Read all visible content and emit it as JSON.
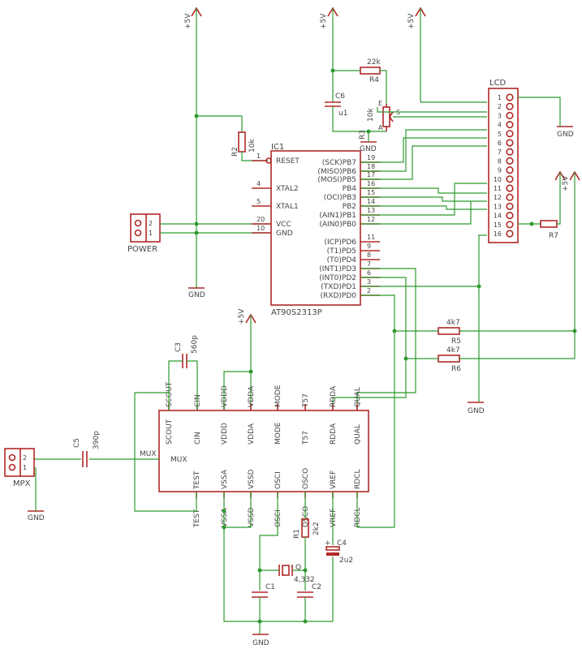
{
  "ic1": {
    "name": "IC1",
    "value": "AT90S2313P",
    "pins_left": [
      {
        "num": "1",
        "label": "RESET"
      },
      {
        "num": "4",
        "label": "XTAL2"
      },
      {
        "num": "5",
        "label": "XTAL1"
      },
      {
        "num": "20",
        "label": "VCC"
      },
      {
        "num": "10",
        "label": "GND"
      }
    ],
    "pins_right": [
      {
        "num": "19",
        "label": "(SCK)PB7"
      },
      {
        "num": "18",
        "label": "(MISO)PB6"
      },
      {
        "num": "17",
        "label": "(MOSI)PB5"
      },
      {
        "num": "16",
        "label": "PB4"
      },
      {
        "num": "15",
        "label": "(OCI)PB3"
      },
      {
        "num": "14",
        "label": "PB2"
      },
      {
        "num": "13",
        "label": "(AIN1)PB1"
      },
      {
        "num": "12",
        "label": "(AIN0)PB0"
      },
      {
        "num": "11",
        "label": "(ICP)PD6"
      },
      {
        "num": "9",
        "label": "(T1)PD5"
      },
      {
        "num": "8",
        "label": "(T0)PD4"
      },
      {
        "num": "7",
        "label": "(INT1)PD3"
      },
      {
        "num": "6",
        "label": "(INT0)PD2"
      },
      {
        "num": "3",
        "label": "(TXD)PD1"
      },
      {
        "num": "2",
        "label": "(RXD)PD0"
      }
    ]
  },
  "lcd": {
    "name": "LCD",
    "pins": [
      "1",
      "2",
      "3",
      "4",
      "5",
      "6",
      "7",
      "8",
      "9",
      "10",
      "11",
      "12",
      "13",
      "14",
      "15",
      "16"
    ]
  },
  "rds": {
    "top_outer": [
      "SCOUT",
      "CIN",
      "VDDD",
      "VDDA",
      "MODE",
      "T57",
      "RDDA",
      "QUAL"
    ],
    "top_inner": [
      "SCOUT",
      "CIN",
      "VDDD",
      "VDDA",
      "MODE",
      "T57",
      "RDDA",
      "QUAL"
    ],
    "bottom_inner": [
      "TEST",
      "VSSA",
      "VSSD",
      "OSCI",
      "OSCO",
      "VREF",
      "RDCL"
    ],
    "bottom_outer": [
      "TEST",
      "VSSA",
      "VSSD",
      "OSCI",
      "OSCO",
      "VREF",
      "RDCL"
    ],
    "mux_outer": "MUX",
    "mux_inner": "MUX"
  },
  "power": {
    "supply": "+5V",
    "ground": "GND"
  },
  "connectors": {
    "power_name": "POWER",
    "mpx_name": "MPX",
    "pin1": "1",
    "pin2": "2"
  },
  "components": {
    "r2_name": "R2",
    "r2_value": "10k",
    "r3_name": "R3",
    "r3_value": "10k",
    "r3_pin_e": "E",
    "r3_pin_a": "A",
    "r3_pin_s": "S",
    "r4_name": "R4",
    "r4_value": "22k",
    "r5_name": "R5",
    "r5_value": "4k7",
    "r6_name": "R6",
    "r6_value": "4k7",
    "r7_name": "R7",
    "r1_name": "R1",
    "r1_value": "2k2",
    "c6_name": "C6",
    "c6_value": "u1",
    "c3_name": "C3",
    "c3_value": "560p",
    "c5_name": "C5",
    "c5_value": "390p",
    "c4_name": "C4",
    "c4_value": "2u2",
    "c4_plus": "+",
    "c1_name": "C1",
    "c2_name": "C2",
    "q_name": "Q",
    "q_value": "4,332"
  }
}
